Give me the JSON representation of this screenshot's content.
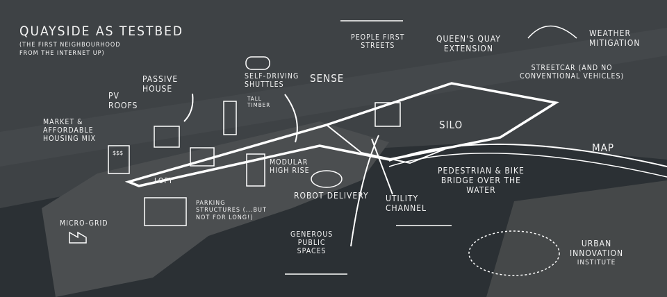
{
  "title": "Quayside as Testbed",
  "subtitle_line1": "(The first neighbourhood",
  "subtitle_line2": "from the internet up)",
  "labels": {
    "passive_house": [
      "Passive",
      "House"
    ],
    "pv_roofs": [
      "PV",
      "Roofs"
    ],
    "market_housing": [
      "Market &",
      "Affordable",
      "Housing Mix"
    ],
    "money": "$$$",
    "self_driving": [
      "Self-Driving",
      "Shuttles"
    ],
    "tall_timber": [
      "Tall",
      "Timber"
    ],
    "sense": "Sense",
    "people_first": [
      "People First",
      "Streets"
    ],
    "queens_quay": [
      "Queen's Quay",
      "Extension"
    ],
    "weather": [
      "Weather",
      "Mitigation"
    ],
    "streetcar": [
      "Streetcar (and no",
      "conventional vehicles)"
    ],
    "silo": "Silo",
    "map": "Map",
    "modular": [
      "Modular",
      "High Rise"
    ],
    "loft": "Loft",
    "robot_delivery": "Robot Delivery",
    "parking": [
      "Parking",
      "Structures (...but",
      "not for long!)"
    ],
    "utility": [
      "Utility",
      "Channel"
    ],
    "bridge": [
      "Pedestrian & Bike",
      "Bridge over the",
      "Water"
    ],
    "micro_grid": "Micro-Grid",
    "public_spaces": [
      "Generous",
      "Public",
      "Spaces"
    ],
    "institute": [
      "Urban",
      "Innovation",
      "Institute"
    ]
  },
  "colors": {
    "water": "#2b3034",
    "land": "#4a4d50",
    "city": "#42464a",
    "ink": "#ffffff"
  }
}
